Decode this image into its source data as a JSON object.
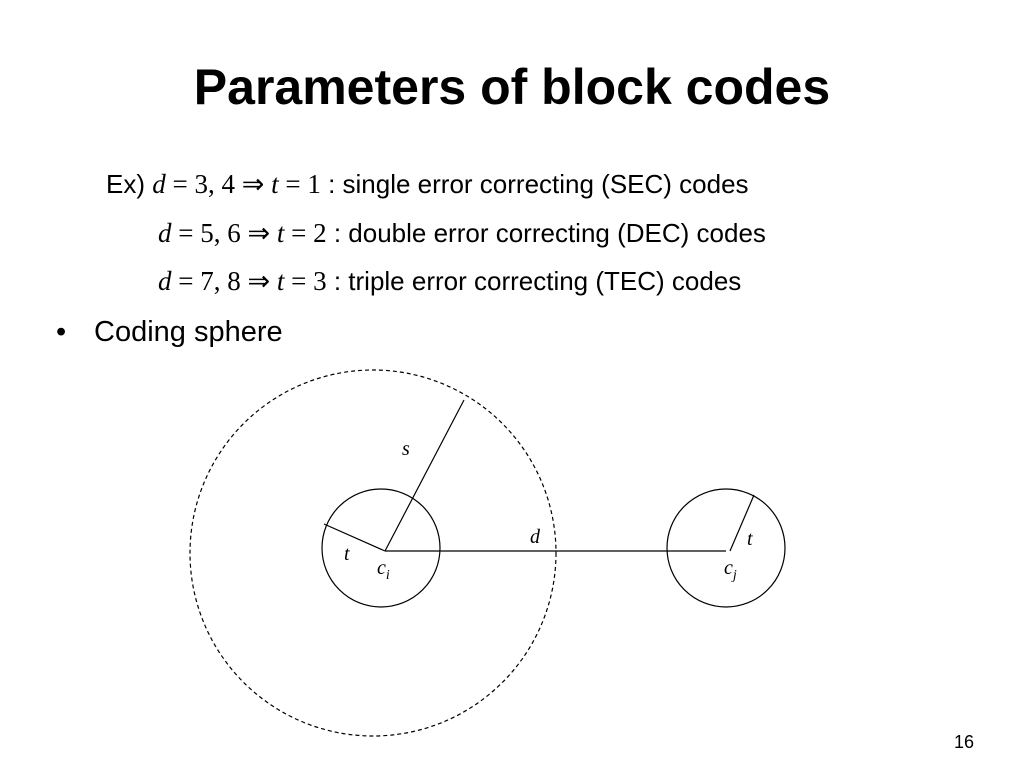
{
  "slide": {
    "title": "Parameters of block codes",
    "page_number": "16"
  },
  "examples": {
    "prefix": "Ex)",
    "rows": [
      {
        "d_values": "3, 4",
        "t_value": "1",
        "description": ": single error correcting (SEC) codes"
      },
      {
        "d_values": "5, 6",
        "t_value": "2",
        "description": ": double error correcting (DEC) codes"
      },
      {
        "d_values": "7, 8",
        "t_value": "3",
        "description": ": triple error correcting (TEC) codes"
      }
    ]
  },
  "bullet": {
    "text": "Coding sphere"
  },
  "diagram": {
    "label_s": "s",
    "label_d": "d",
    "label_t_left": "t",
    "label_t_right": "t",
    "label_ci_base": "c",
    "label_ci_sub": "i",
    "label_cj_base": "c",
    "label_cj_sub": "j"
  }
}
